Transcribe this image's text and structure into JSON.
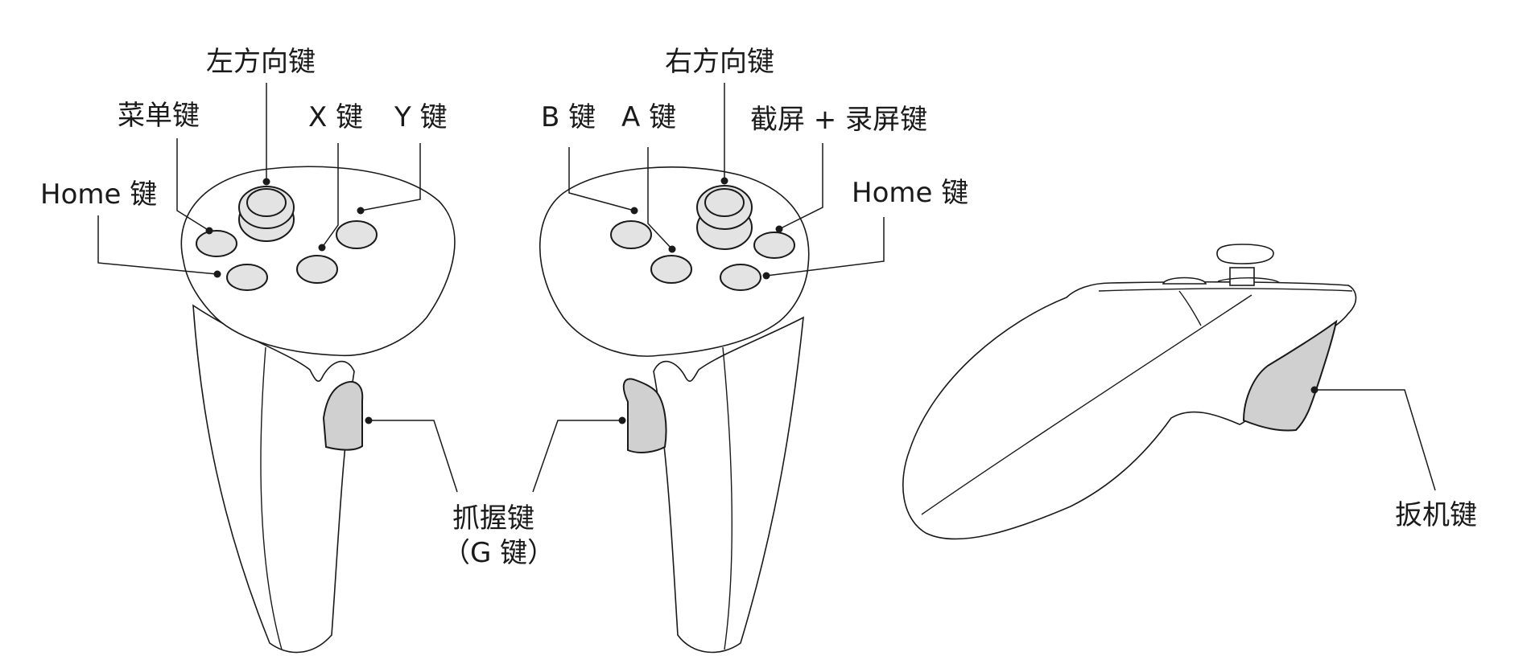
{
  "labels": {
    "left_stick": "左方向键",
    "menu": "菜单键",
    "x_key": "X 键",
    "y_key": "Y 键",
    "home_left": "Home 键",
    "right_stick": "右方向键",
    "b_key": "B 键",
    "a_key": "A 键",
    "screenshot_record": "截屏 + 录屏键",
    "home_right": "Home 键",
    "grip_line1": "抓握键",
    "grip_line2": "（G 键）",
    "trigger": "扳机键"
  },
  "colors": {
    "line": "#1a1a1a",
    "button_fill": "#e3e3e3",
    "grip_fill": "#d0d0d0",
    "background": "#ffffff"
  }
}
